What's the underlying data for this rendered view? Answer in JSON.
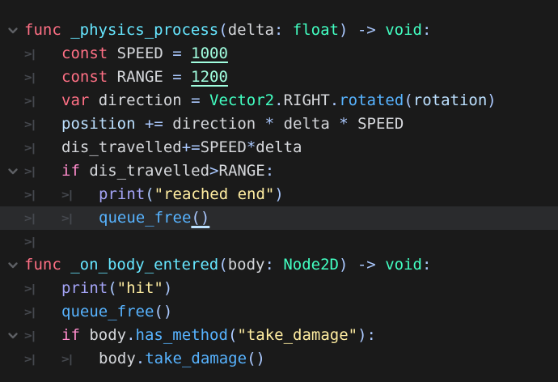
{
  "editor": {
    "background": "#1a1a1a",
    "current_line_background": "#2a2b2d",
    "tab_glyph": ">|",
    "fold_icon": "chevron-down-icon",
    "colors": {
      "kw": "#ff7085",
      "ctrl": "#ff8ccc",
      "fndef": "#66e6ff",
      "fn": "#57b3ff",
      "gfn": "#a3a3f5",
      "type": "#42ffc2",
      "member": "#bce0ff",
      "sym": "#abc9ff",
      "txt": "#d5d7db",
      "str": "#ffeda1",
      "num": "#a1ffe0",
      "caret": "#bfe3ff",
      "tab": "#45484e",
      "fold": "#5e6065"
    },
    "lines": [
      {
        "fold": true,
        "tabs": 0,
        "hl": false,
        "tokens": [
          [
            "kw",
            "func "
          ],
          [
            "fndef",
            "_physics_process"
          ],
          [
            "sym",
            "("
          ],
          [
            "txt",
            "delta"
          ],
          [
            "sym",
            ": "
          ],
          [
            "type",
            "float"
          ],
          [
            "sym",
            ") -> "
          ],
          [
            "type",
            "void"
          ],
          [
            "sym",
            ":"
          ]
        ]
      },
      {
        "fold": false,
        "tabs": 1,
        "hl": false,
        "tokens": [
          [
            "kw",
            "const "
          ],
          [
            "txt",
            "SPEED "
          ],
          [
            "sym",
            "= "
          ],
          [
            "num",
            "1000"
          ]
        ]
      },
      {
        "fold": false,
        "tabs": 1,
        "hl": false,
        "tokens": [
          [
            "kw",
            "const "
          ],
          [
            "txt",
            "RANGE "
          ],
          [
            "sym",
            "= "
          ],
          [
            "num",
            "1200"
          ]
        ]
      },
      {
        "fold": false,
        "tabs": 1,
        "hl": false,
        "tokens": [
          [
            "kw",
            "var "
          ],
          [
            "txt",
            "direction "
          ],
          [
            "sym",
            "= "
          ],
          [
            "type",
            "Vector2"
          ],
          [
            "sym",
            "."
          ],
          [
            "txt",
            "RIGHT"
          ],
          [
            "sym",
            "."
          ],
          [
            "fn",
            "rotated"
          ],
          [
            "sym",
            "("
          ],
          [
            "member",
            "rotation"
          ],
          [
            "sym",
            ")"
          ]
        ]
      },
      {
        "fold": false,
        "tabs": 1,
        "hl": false,
        "tokens": [
          [
            "member",
            "position "
          ],
          [
            "sym",
            "+= "
          ],
          [
            "txt",
            "direction "
          ],
          [
            "sym",
            "* "
          ],
          [
            "txt",
            "delta "
          ],
          [
            "sym",
            "* "
          ],
          [
            "txt",
            "SPEED"
          ]
        ]
      },
      {
        "fold": false,
        "tabs": 1,
        "hl": false,
        "tokens": [
          [
            "txt",
            "dis_travelled"
          ],
          [
            "sym",
            "+="
          ],
          [
            "txt",
            "SPEED"
          ],
          [
            "sym",
            "*"
          ],
          [
            "txt",
            "delta"
          ]
        ]
      },
      {
        "fold": true,
        "tabs": 1,
        "hl": false,
        "tokens": [
          [
            "ctrl",
            "if "
          ],
          [
            "txt",
            "dis_travelled"
          ],
          [
            "sym",
            ">"
          ],
          [
            "txt",
            "RANGE"
          ],
          [
            "sym",
            ":"
          ]
        ]
      },
      {
        "fold": false,
        "tabs": 2,
        "hl": false,
        "tokens": [
          [
            "gfn",
            "print"
          ],
          [
            "sym",
            "("
          ],
          [
            "str",
            "\"reached end\""
          ],
          [
            "sym",
            ")"
          ]
        ]
      },
      {
        "fold": false,
        "tabs": 2,
        "hl": true,
        "tokens": [
          [
            "fn",
            "queue_free"
          ],
          [
            "caret",
            "()"
          ]
        ]
      },
      {
        "fold": false,
        "tabs": 1,
        "hl": false,
        "tokens": []
      },
      {
        "fold": true,
        "tabs": 0,
        "hl": false,
        "tokens": [
          [
            "kw",
            "func "
          ],
          [
            "fndef",
            "_on_body_entered"
          ],
          [
            "sym",
            "("
          ],
          [
            "txt",
            "body"
          ],
          [
            "sym",
            ": "
          ],
          [
            "type",
            "Node2D"
          ],
          [
            "sym",
            ") -> "
          ],
          [
            "type",
            "void"
          ],
          [
            "sym",
            ":"
          ]
        ]
      },
      {
        "fold": false,
        "tabs": 1,
        "hl": false,
        "tokens": [
          [
            "gfn",
            "print"
          ],
          [
            "sym",
            "("
          ],
          [
            "str",
            "\"hit\""
          ],
          [
            "sym",
            ")"
          ]
        ]
      },
      {
        "fold": false,
        "tabs": 1,
        "hl": false,
        "tokens": [
          [
            "fn",
            "queue_free"
          ],
          [
            "sym",
            "()"
          ]
        ]
      },
      {
        "fold": true,
        "tabs": 1,
        "hl": false,
        "tokens": [
          [
            "ctrl",
            "if "
          ],
          [
            "txt",
            "body"
          ],
          [
            "sym",
            "."
          ],
          [
            "fn",
            "has_method"
          ],
          [
            "sym",
            "("
          ],
          [
            "str",
            "\"take_damage\""
          ],
          [
            "sym",
            "):"
          ]
        ]
      },
      {
        "fold": false,
        "tabs": 2,
        "hl": false,
        "tokens": [
          [
            "txt",
            "body"
          ],
          [
            "sym",
            "."
          ],
          [
            "fn",
            "take_damage"
          ],
          [
            "sym",
            "()"
          ]
        ]
      }
    ]
  }
}
